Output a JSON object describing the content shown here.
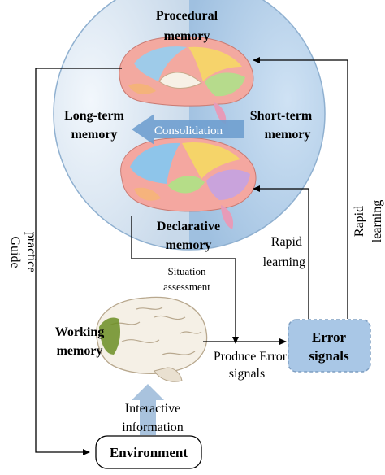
{
  "diagram": {
    "procedural_memory": [
      "Procedural",
      "memory"
    ],
    "long_term_memory": [
      "Long-term",
      "memory"
    ],
    "short_term_memory": [
      "Short-term",
      "memory"
    ],
    "consolidation": "Consolidation",
    "declarative_memory": [
      "Declarative",
      "memory"
    ],
    "situation_assessment": [
      "Situation",
      "assessment"
    ],
    "rapid_learning_left": [
      "Rapid",
      "learning"
    ],
    "rapid_learning_right": [
      "Rapid",
      "learning"
    ],
    "guide_practice": [
      "Guide",
      "practice"
    ],
    "working_memory": [
      "Working",
      "memory"
    ],
    "produce_error_signals": [
      "Produce Error",
      "signals"
    ],
    "error_signals": [
      "Error",
      "signals"
    ],
    "interactive_information": [
      "Interactive",
      "information"
    ],
    "environment": "Environment"
  },
  "colors": {
    "circle_left": "#dbe7f3",
    "circle_right": "#b8d3ec",
    "consolidation_arrow": "#6f9fcf",
    "error_box": "#a9c7e6",
    "working_memory_area": "#6b8e23",
    "interactive_arrow": "#a9c3de"
  }
}
